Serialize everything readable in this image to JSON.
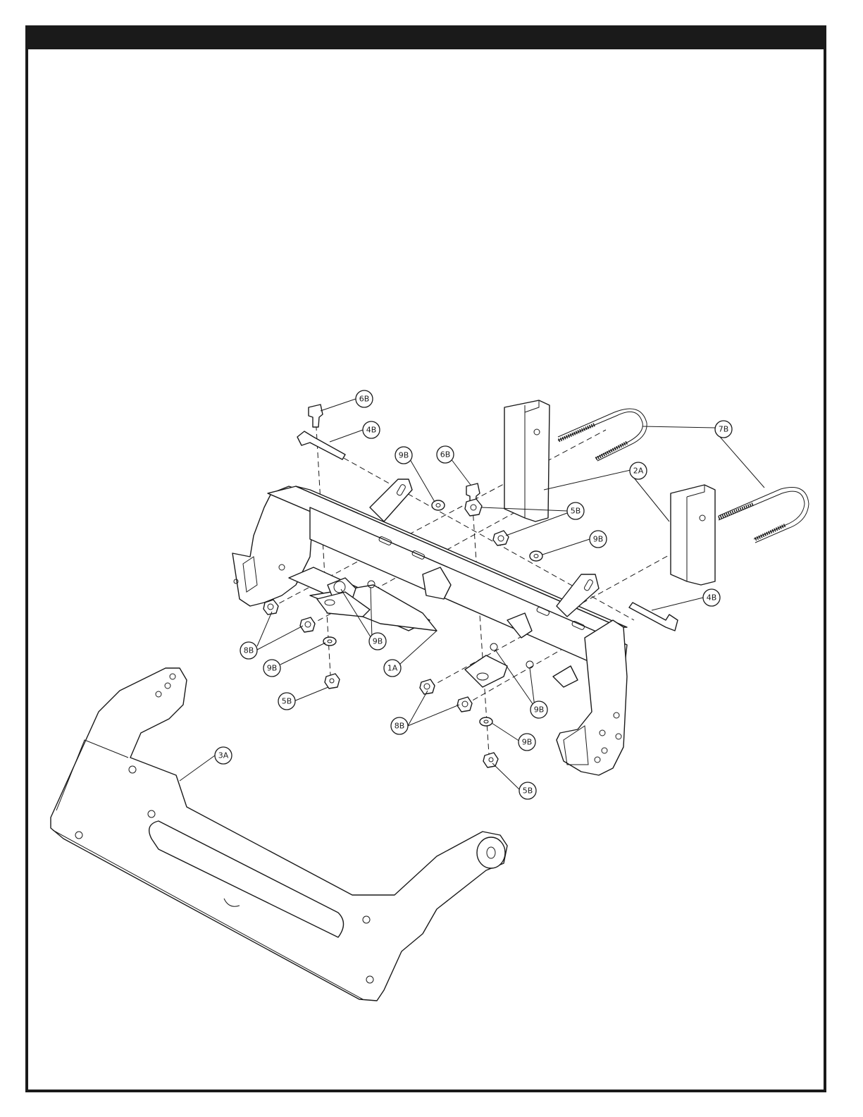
{
  "callouts": {
    "c6b_top": "6B",
    "c4b_top": "4B",
    "c9b_a": "9B",
    "c6b_mid": "6B",
    "c7b": "7B",
    "c2a": "2A",
    "c5b_top": "5B",
    "c9b_right": "9B",
    "c4b_right": "4B",
    "c8b_left": "8B",
    "c9b_mid": "9B",
    "c9b_left": "9B",
    "c1a": "1A",
    "c5b_left": "5B",
    "c9b_lower": "9B",
    "c8b_lower": "8B",
    "c9b_bottom": "9B",
    "c3a": "3A",
    "c5b_bottom": "5B"
  }
}
